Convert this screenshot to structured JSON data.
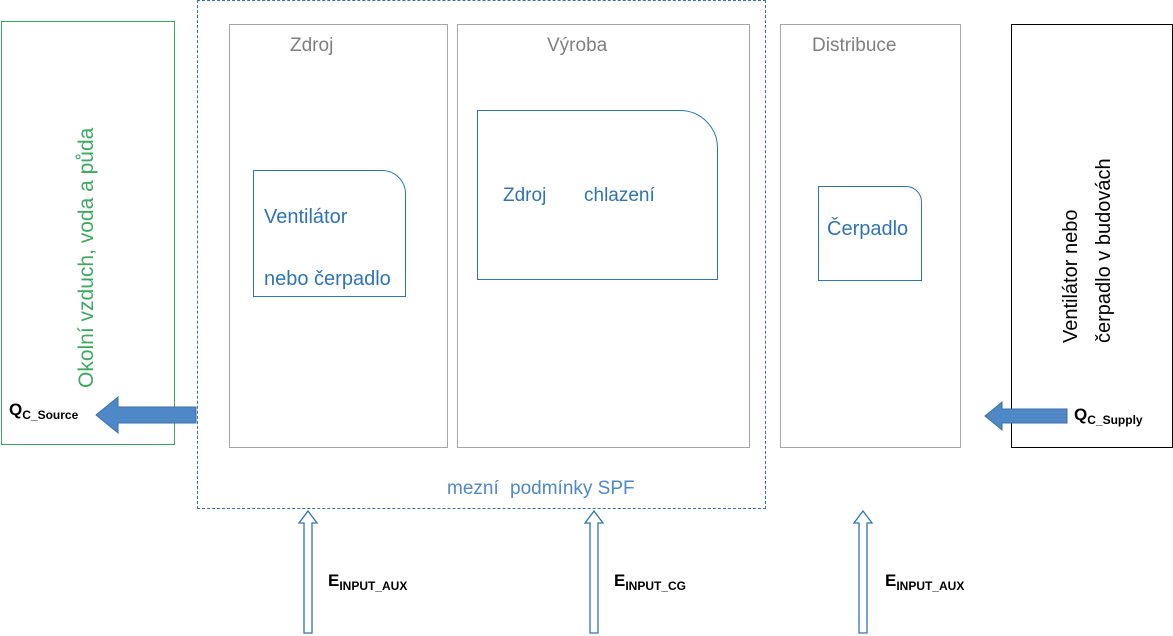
{
  "columns": {
    "zdroj": "Zdroj",
    "vyroba": "Výroba",
    "distribuce": "Distribuce"
  },
  "environment_label": "Okolní vzduch, voda a půda",
  "building_label_line1": "Ventilátor nebo",
  "building_label_line2": "čerpadlo v budovách",
  "source_box": {
    "line1": "Ventilátor",
    "line2": "nebo čerpadlo"
  },
  "production_box": {
    "word1": "Zdroj",
    "word2": "chlazení"
  },
  "distribution_box": "Čerpadlo",
  "boundary_label_part1": "mezní",
  "boundary_label_part2": "podmínky SPF",
  "q_source": {
    "main": "Q",
    "sub": "C_Source"
  },
  "q_supply": {
    "main": "Q",
    "sub": "C_Supply"
  },
  "inputs": [
    {
      "main": "E",
      "sub": "INPUT_AUX"
    },
    {
      "main": "E",
      "sub": "INPUT_CG"
    },
    {
      "main": "E",
      "sub": "INPUT_AUX"
    }
  ],
  "colors": {
    "environment": "#3aaa5c",
    "boundary": "#2e74b5",
    "text_blue": "#2e74b5",
    "arrow_fill": "#4f88c6",
    "gray": "#a6a6a6"
  }
}
